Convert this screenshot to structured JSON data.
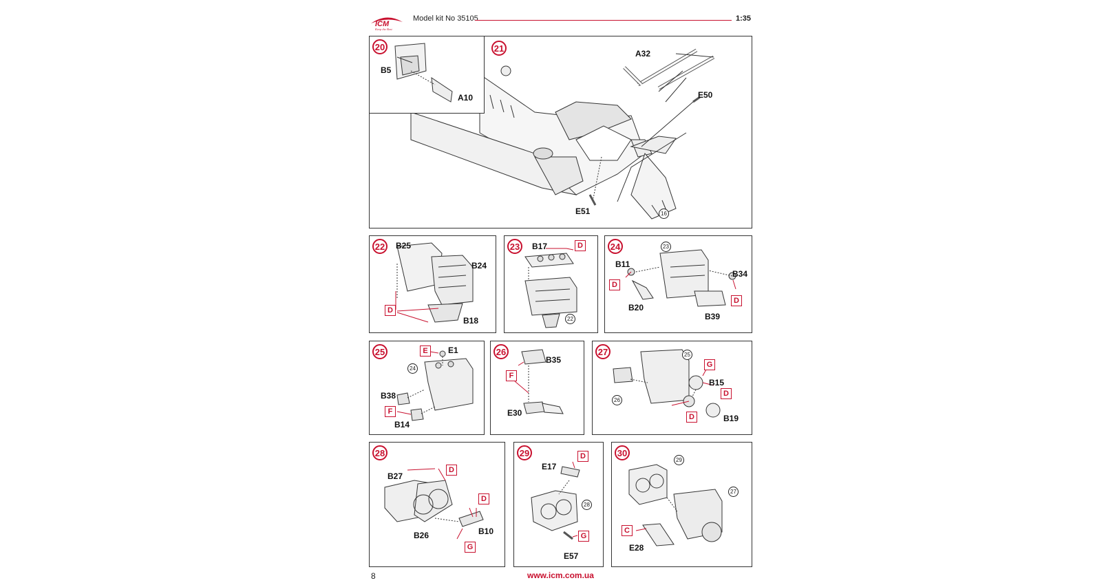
{
  "header": {
    "brand": "ICM",
    "brand_tagline": "Keep the Best",
    "title": "Model kit No 35105",
    "scale": "1:35"
  },
  "footer": {
    "page_number": "8",
    "website": "www.icm.com.ua"
  },
  "steps": {
    "s20": {
      "number": "20",
      "parts": [
        "B5",
        "A10"
      ]
    },
    "s21": {
      "number": "21",
      "parts": [
        "A32",
        "E50",
        "E51"
      ],
      "refs": [
        "16"
      ]
    },
    "s22": {
      "number": "22",
      "parts": [
        "B25",
        "B24",
        "B18"
      ],
      "paint": [
        "D"
      ]
    },
    "s23": {
      "number": "23",
      "parts": [
        "B17"
      ],
      "paint": [
        "D"
      ],
      "refs": [
        "22"
      ]
    },
    "s24": {
      "number": "24",
      "parts": [
        "B11",
        "B34",
        "B20",
        "B39"
      ],
      "paint": [
        "D",
        "D"
      ],
      "refs": [
        "23"
      ]
    },
    "s25": {
      "number": "25",
      "parts": [
        "E1",
        "B38",
        "B14"
      ],
      "paint": [
        "E",
        "F"
      ],
      "refs": [
        "24"
      ]
    },
    "s26": {
      "number": "26",
      "parts": [
        "B35",
        "E30"
      ],
      "paint": [
        "F"
      ]
    },
    "s27": {
      "number": "27",
      "parts": [
        "B15",
        "B19"
      ],
      "paint": [
        "G",
        "D",
        "D"
      ],
      "refs": [
        "25",
        "26"
      ]
    },
    "s28": {
      "number": "28",
      "parts": [
        "B27",
        "B26",
        "B10"
      ],
      "paint": [
        "D",
        "D",
        "G"
      ]
    },
    "s29": {
      "number": "29",
      "parts": [
        "E17",
        "E57"
      ],
      "paint": [
        "D",
        "G"
      ],
      "refs": [
        "28"
      ]
    },
    "s30": {
      "number": "30",
      "parts": [
        "E28"
      ],
      "paint": [
        "C"
      ],
      "refs": [
        "29",
        "27"
      ]
    }
  },
  "colors": {
    "accent_red": "#c8102e",
    "line": "#333333"
  }
}
